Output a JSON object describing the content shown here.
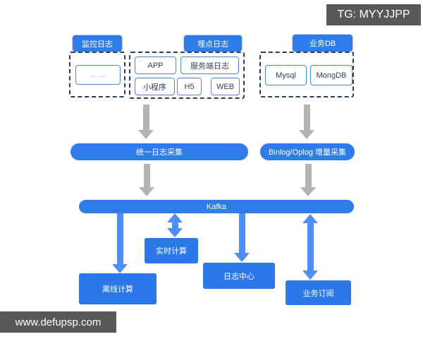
{
  "overlays": {
    "tg_badge": "TG: MYYJJPP",
    "watermark": "www.defupsp.com"
  },
  "groups": {
    "monitoring": {
      "title": "监控日志",
      "placeholder": "... ..."
    },
    "tracking": {
      "title": "埋点日志",
      "items": {
        "app": "APP",
        "server_log": "服务端日志",
        "mini_program": "小程序",
        "h5": "H5",
        "web": "WEB"
      }
    },
    "business_db": {
      "title": "业务DB",
      "items": {
        "mysql": "Mysql",
        "mongdb": "MongDB"
      }
    }
  },
  "pipeline": {
    "unified_log_collection": "统一日志采集",
    "binlog_collection": "Binlog/Oplog 增量采集",
    "kafka": "Kafka"
  },
  "consumers": {
    "offline_computing": "离线计算",
    "realtime_computing": "实时计算",
    "log_center": "日志中心",
    "business_subscription": "业务订阅"
  },
  "colors": {
    "primary_blue": "#2e7ce8",
    "arrow_blue": "#4f8ef2",
    "arrow_gray": "#b3b3b3",
    "dash_border": "#2c3e5c",
    "banner_gray": "#58585a"
  }
}
